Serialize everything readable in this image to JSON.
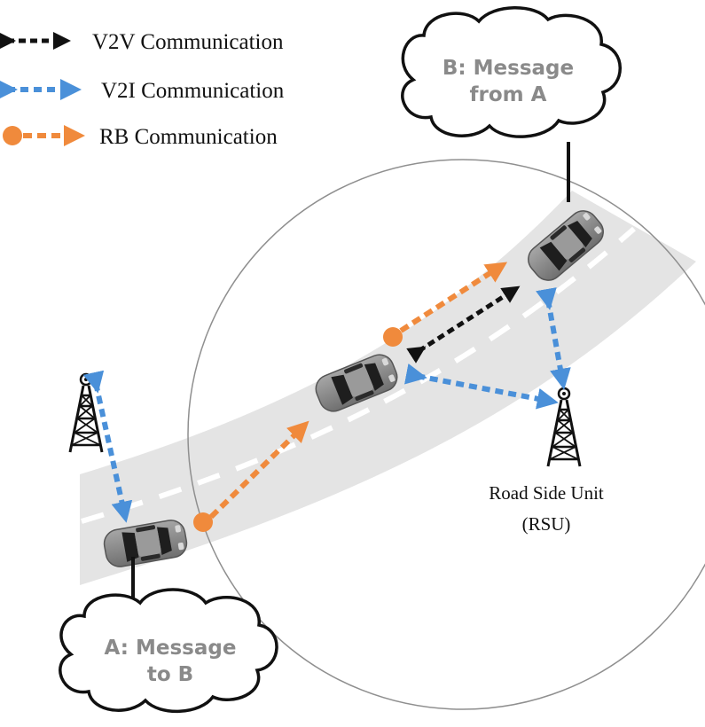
{
  "legend": {
    "v2v": "V2V Communication",
    "v2i": "V2I Communication",
    "rb": "RB Communication"
  },
  "rsu": {
    "line1": "Road Side Unit",
    "line2": "(RSU)"
  },
  "cloud_a": {
    "line1": "A: Message",
    "line2": "to B"
  },
  "cloud_b": {
    "line1": "B: Message",
    "line2": "from A"
  },
  "colors": {
    "v2v": "#111111",
    "v2i": "#4a90d9",
    "rb": "#f08a3c",
    "road": "#e4e4e4",
    "car": "#8e8e8e"
  }
}
